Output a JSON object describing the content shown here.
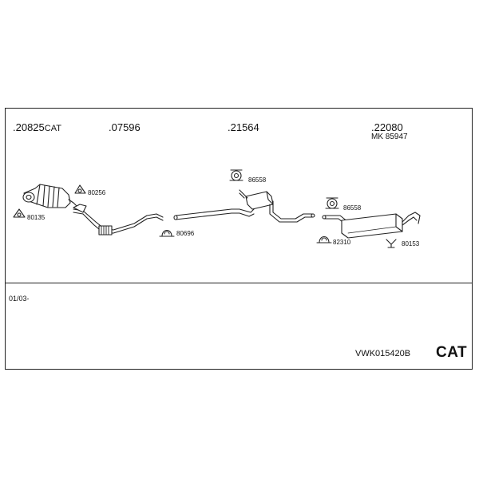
{
  "part_numbers": {
    "p1_number": ".20825",
    "p1_suffix": "CAT",
    "p2": ".07596",
    "p3": ".21564",
    "p4": ".22080",
    "p4_sub": "MK 85947"
  },
  "labels": {
    "l80256": "80256",
    "l80135": "80135",
    "l80696": "80696",
    "l86558a": "86558",
    "l86558b": "86558",
    "l82310": "82310",
    "l80153": "80153"
  },
  "footer": {
    "date_range": "01/03-",
    "code": "VWK015420B",
    "badge": "CAT"
  }
}
